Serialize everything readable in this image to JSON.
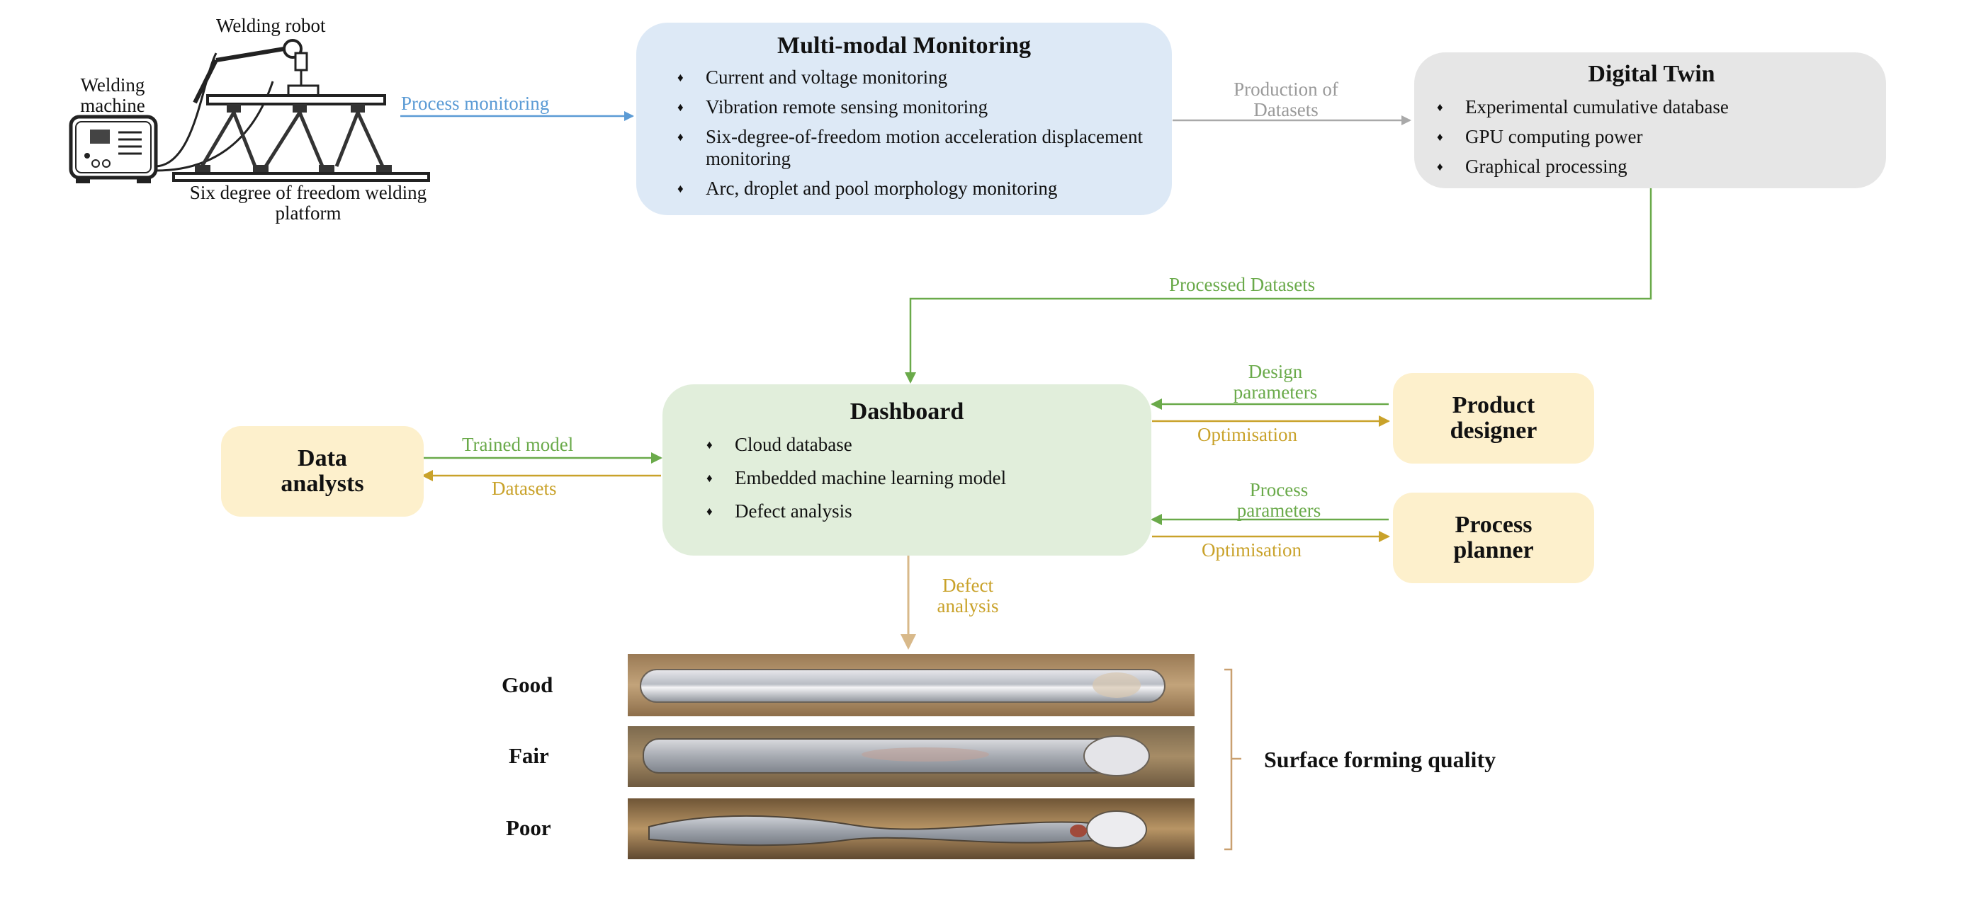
{
  "colors": {
    "blue_arrow": "#5b9bd5",
    "gray_arrow": "#a9a9a9",
    "green_arrow": "#6aaa4a",
    "gold_arrow": "#c9a22a",
    "tan_arrow": "#d8b98a",
    "monitoring_bg": "#dde9f6",
    "twin_bg": "#e6e6e6",
    "dashboard_bg": "#e1eedb",
    "role_bg": "#fdf0cc"
  },
  "equipment": {
    "robot_label": "Welding robot",
    "machine_label": "Welding machine",
    "platform_label": "Six degree of freedom welding platform"
  },
  "monitoring": {
    "title": "Multi-modal Monitoring",
    "items": [
      "Current and voltage monitoring",
      "Vibration remote sensing monitoring",
      "Six-degree-of-freedom motion acceleration displacement monitoring",
      "Arc, droplet and pool morphology monitoring"
    ]
  },
  "digital_twin": {
    "title": "Digital Twin",
    "items": [
      "Experimental cumulative database",
      "GPU computing power",
      "Graphical  processing"
    ]
  },
  "dashboard": {
    "title": "Dashboard",
    "items": [
      "Cloud database",
      "Embedded machine learning model",
      "Defect analysis"
    ]
  },
  "roles": {
    "data_analysts": "Data analysts",
    "product_designer": "Product designer",
    "process_planner": "Process planner"
  },
  "arrows": {
    "process_monitoring": "Process monitoring",
    "production_of_datasets": "Production of Datasets",
    "processed_datasets": "Processed Datasets",
    "trained_model": "Trained model",
    "datasets": "Datasets",
    "design_parameters": "Design parameters",
    "optimisation_1": "Optimisation",
    "process_parameters": "Process parameters",
    "optimisation_2": "Optimisation",
    "defect_analysis": "Defect analysis"
  },
  "quality": {
    "grades": [
      "Good",
      "Fair",
      "Poor"
    ],
    "label": "Surface forming quality"
  }
}
